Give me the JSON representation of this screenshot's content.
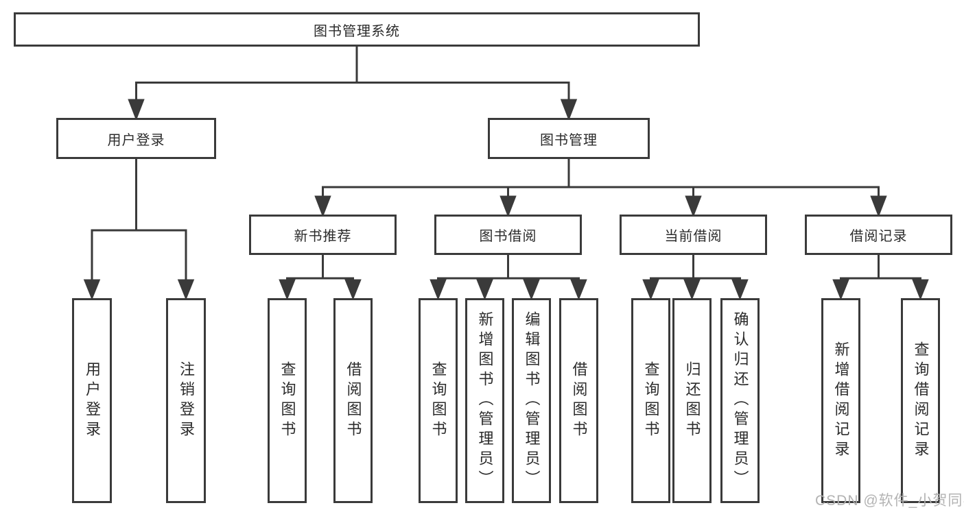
{
  "tree": {
    "root": "图书管理系统",
    "children": [
      {
        "label": "用户登录",
        "children": [
          "用户登录",
          "注销登录"
        ]
      },
      {
        "label": "图书管理",
        "children": [
          {
            "label": "新书推荐",
            "children": [
              "查询图书",
              "借阅图书"
            ]
          },
          {
            "label": "图书借阅",
            "children": [
              "查询图书",
              "新增图书（管理员）",
              "编辑图书（管理员）",
              "借阅图书"
            ]
          },
          {
            "label": "当前借阅",
            "children": [
              "查询图书",
              "归还图书",
              "确认归还（管理员）"
            ]
          },
          {
            "label": "借阅记录",
            "children": [
              "新增借阅记录",
              "查询借阅记录"
            ]
          }
        ]
      }
    ]
  },
  "watermark": {
    "text": "CSDN @软件_小贺同学"
  },
  "colors": {
    "line": "#3a3a3a",
    "text": "#2b2b2b",
    "background": "#ffffff",
    "watermark": "#afafaf"
  }
}
